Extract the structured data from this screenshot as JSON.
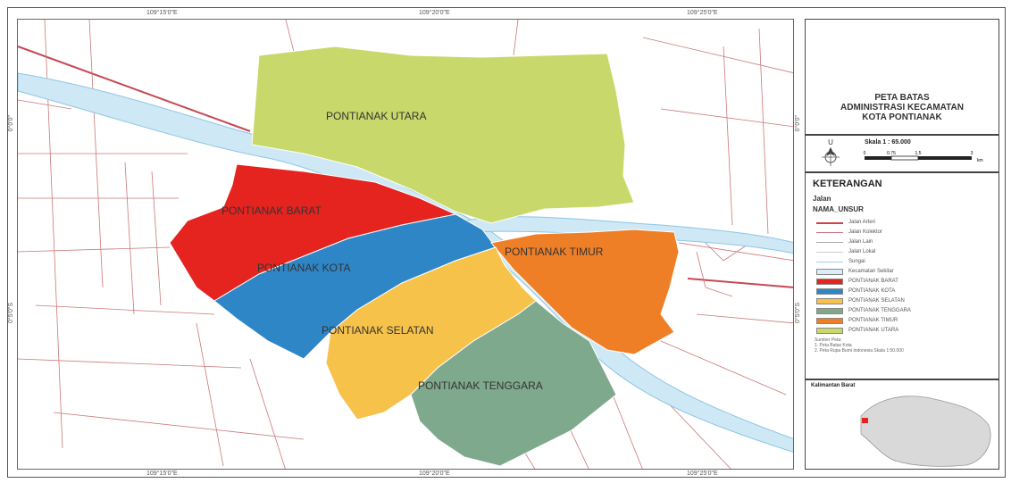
{
  "map": {
    "districts": [
      {
        "id": "utara",
        "label": "PONTIANAK UTARA",
        "color": "#c9d86a"
      },
      {
        "id": "barat",
        "label": "PONTIANAK BARAT",
        "color": "#e52420"
      },
      {
        "id": "kota",
        "label": "PONTIANAK KOTA",
        "color": "#2f86c7"
      },
      {
        "id": "timur",
        "label": "PONTIANAK TIMUR",
        "color": "#ef7f27"
      },
      {
        "id": "selatan",
        "label": "PONTIANAK SELATAN",
        "color": "#f6c24a"
      },
      {
        "id": "tenggara",
        "label": "PONTIANAK TENGGARA",
        "color": "#7fa98c"
      }
    ],
    "river_color": "#cfe8f5",
    "road_color": "#c0505a",
    "ticks": {
      "top": [
        "109°15'0\"E",
        "109°20'0\"E",
        "109°25'0\"E"
      ],
      "left": [
        "0°0'0\"",
        "0°5'0\"S"
      ]
    }
  },
  "title": {
    "lines": [
      "PETA BATAS",
      "ADMINISTRASI KECAMATAN",
      "KOTA PONTIANAK"
    ]
  },
  "scale": {
    "text": "Skala 1 : 65.000",
    "ticks": [
      "0",
      "0.75",
      "1.5",
      "3"
    ],
    "unit": "km"
  },
  "legend": {
    "heading": "KETERANGAN",
    "group": "Jalan",
    "field": "NAMA_UNSUR",
    "lines": [
      {
        "label": "Jalan Arteri",
        "color": "#d0404a",
        "width": 2
      },
      {
        "label": "Jalan Kolektor",
        "color": "#d0707a",
        "width": 1
      },
      {
        "label": "Jalan Lain",
        "color": "#aaaaaa",
        "width": 1
      },
      {
        "label": "Jalan Lokal",
        "color": "#cccccc",
        "width": 1
      },
      {
        "label": "Sungai",
        "color": "#9fd0ea",
        "width": 1
      }
    ],
    "areas": [
      {
        "label": "Kecamatan Sekitar",
        "color": "#d9eef9"
      },
      {
        "label": "PONTIANAK BARAT",
        "color": "#e52420"
      },
      {
        "label": "PONTIANAK KOTA",
        "color": "#2f86c7"
      },
      {
        "label": "PONTIANAK SELATAN",
        "color": "#f6c24a"
      },
      {
        "label": "PONTIANAK TENGGARA",
        "color": "#7fa98c"
      },
      {
        "label": "PONTIANAK TIMUR",
        "color": "#ef7f27"
      },
      {
        "label": "PONTIANAK UTARA",
        "color": "#c9d86a"
      }
    ],
    "notes": [
      "Sumber Peta:",
      "1. Peta Batas Kota",
      "2. Peta Rupa Bumi Indonesia Skala 1:50.000"
    ]
  },
  "inset": {
    "title": "Kalimantan Barat",
    "marker_color": "#e52420"
  }
}
